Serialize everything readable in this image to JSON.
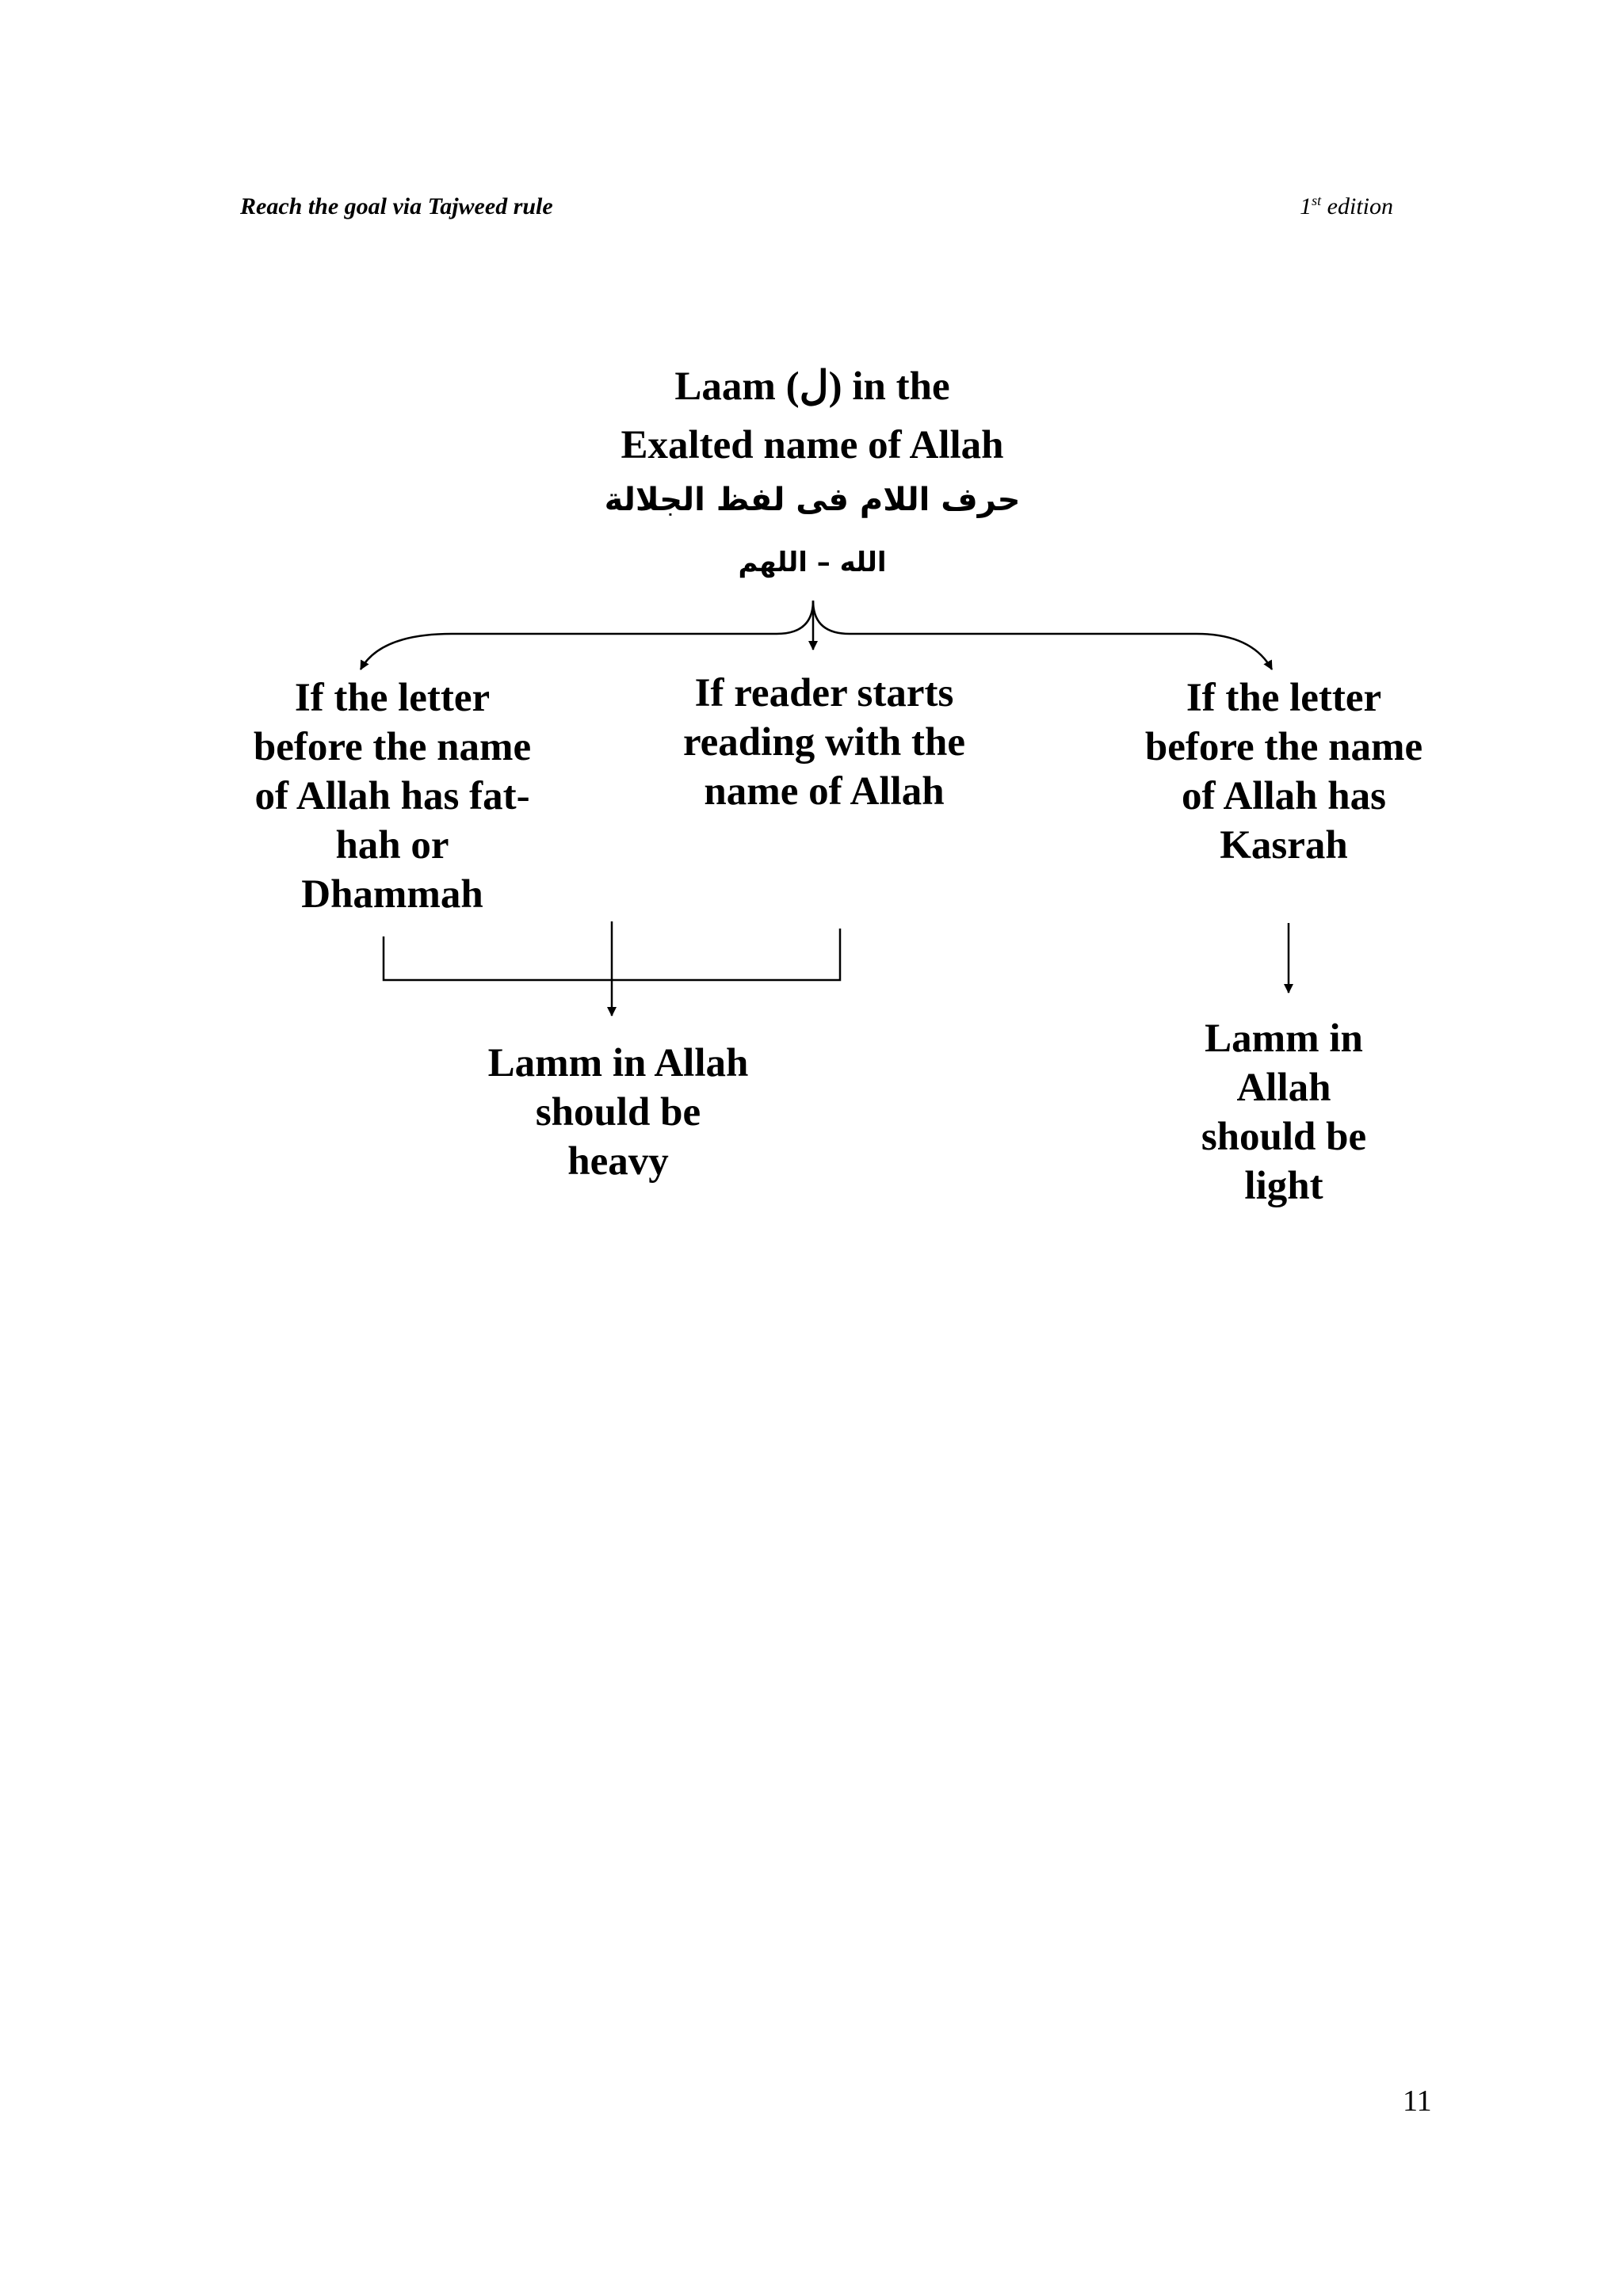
{
  "header": {
    "left_text": "Reach the goal via Tajweed rule",
    "edition_number": "1",
    "edition_suffix": "st",
    "edition_word": "edition"
  },
  "diagram": {
    "title_line1": "Laam (ل) in the",
    "title_line2": "Exalted name of Allah",
    "arabic_subtitle": "حرف اللام فى لفظ الجلالة",
    "arabic_examples": "الله – اللهم",
    "left_condition": [
      "If the letter",
      "before the name",
      "of Allah has fat-",
      "hah or",
      "Dhammah"
    ],
    "middle_condition": [
      "If reader starts",
      "reading with the",
      "name of Allah"
    ],
    "right_condition": [
      "If the letter",
      "before the name",
      "of Allah has",
      "Kasrah"
    ],
    "heavy_result": [
      "Lamm in Allah",
      "should be",
      "heavy"
    ],
    "light_result": [
      "Lamm in",
      "Allah",
      "should be",
      "light"
    ]
  },
  "footer": {
    "page_number": "11"
  }
}
